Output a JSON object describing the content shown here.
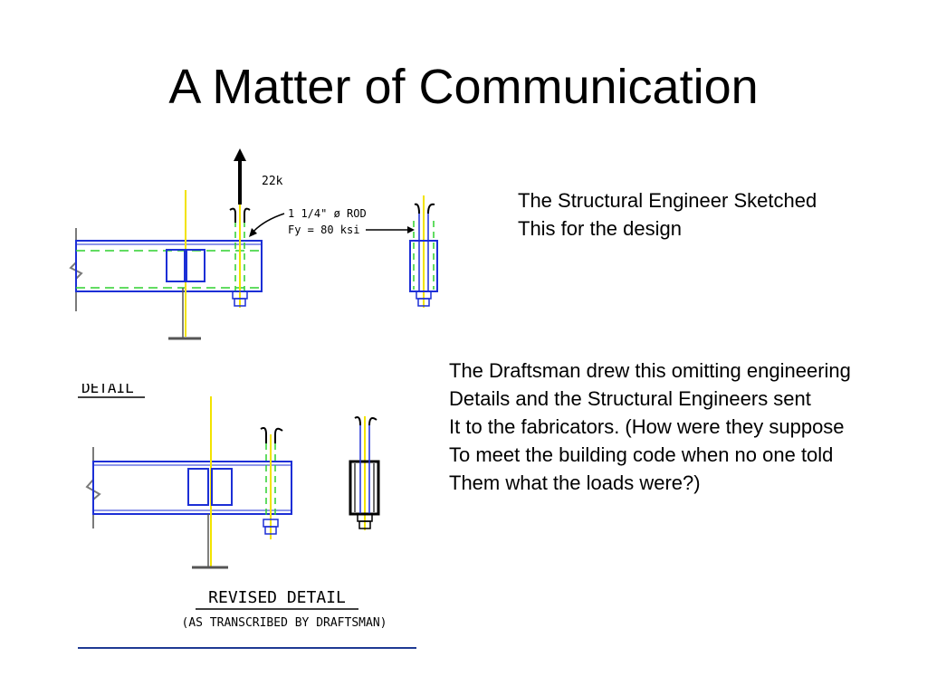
{
  "slide": {
    "title": "A Matter of Communication",
    "note_top": [
      "The Structural Engineer Sketched",
      "This for the design"
    ],
    "note_bottom": [
      "The Draftsman drew this omitting engineering",
      "Details and the Structural Engineers sent",
      "It to the fabricators.  (How were they suppose",
      "To meet the building code when no one told",
      "Them what the loads were?)"
    ]
  },
  "engineer_sketch": {
    "load_label": "22k",
    "rod_label": "1 1/4\" ø ROD",
    "stress_label": "Fy = 80 ksi"
  },
  "draftsman_detail": {
    "partial_header": "DETAIL",
    "title": "REVISED DETAIL",
    "subtitle": "(AS TRANSCRIBED BY DRAFTSMAN)"
  },
  "colors": {
    "beam_outline": "#1c2fd6",
    "centerline": "#f2e300",
    "dashed_green": "#2fd12f",
    "black": "#000000",
    "gray_post": "#6a6a6a",
    "rule_blue": "#1f3a93"
  }
}
